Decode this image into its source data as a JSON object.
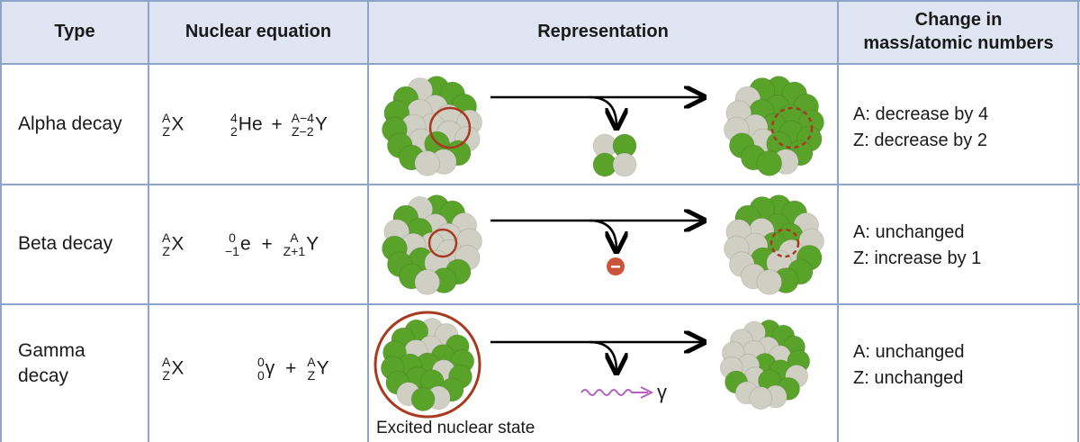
{
  "headers": {
    "type": "Type",
    "equation": "Nuclear equation",
    "representation": "Representation",
    "change_line1": "Change in",
    "change_line2": "mass/atomic numbers"
  },
  "rows": [
    {
      "type": "Alpha decay",
      "parent": {
        "sup": "A",
        "sub": "Z",
        "sym": "X"
      },
      "emitted": {
        "sup": "4",
        "sub": "2",
        "sym": "He"
      },
      "plus": "+",
      "daughter": {
        "sup": "A−4",
        "sub": "Z−2",
        "sym": "Y"
      },
      "change_a": "A: decrease by 4",
      "change_z": "Z: decrease by 2"
    },
    {
      "type": "Beta decay",
      "parent": {
        "sup": "A",
        "sub": "Z",
        "sym": "X"
      },
      "emitted": {
        "sup": "0",
        "sub": "−1",
        "sym": "e"
      },
      "plus": "+",
      "daughter": {
        "sup": "A",
        "sub": "Z+1",
        "sym": "Y"
      },
      "change_a": "A: unchanged",
      "change_z": "Z: increase by 1"
    },
    {
      "type_line1": "Gamma",
      "type_line2": "decay",
      "parent": {
        "sup": "A",
        "sub": "Z",
        "sym": "X"
      },
      "emitted": {
        "sup": "0",
        "sub": "0",
        "sym": "γ"
      },
      "plus": "+",
      "daughter": {
        "sup": "A",
        "sub": "Z",
        "sym": "Y"
      },
      "change_a": "A: unchanged",
      "change_z": "Z: unchanged",
      "caption": "Excited nuclear state",
      "gamma_label": "γ"
    }
  ],
  "colors": {
    "header_bg": "#dfe5f3",
    "grid": "#8ea3c9",
    "proton": "#5aa32a",
    "neutron": "#cfcfc4",
    "outline": "#a83a1f",
    "electron": "#c8553a",
    "gamma_wave": "#b45fc0"
  }
}
